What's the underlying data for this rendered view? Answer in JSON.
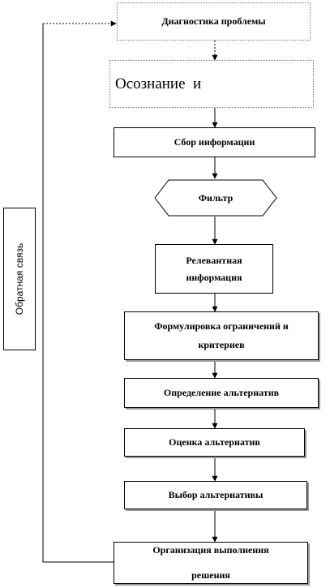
{
  "diagram": {
    "feedback_label": "Обратная связь",
    "nodes": [
      {
        "id": "diagnosis",
        "label": "Диагностика проблемы"
      },
      {
        "id": "awareness",
        "label": "Осознание  и"
      },
      {
        "id": "collect",
        "label": "Сбор информации"
      },
      {
        "id": "filter",
        "label": "Фильтр"
      },
      {
        "id": "relevant",
        "label": "Релевантная информация"
      },
      {
        "id": "constraints",
        "label": "Формулировка ограничений и критериев"
      },
      {
        "id": "define",
        "label": "Определение альтернатив"
      },
      {
        "id": "evaluate",
        "label": "Оценка альтернатив"
      },
      {
        "id": "choose",
        "label": "Выбор альтернативы"
      },
      {
        "id": "implement",
        "label": "Организация выполнения решения"
      }
    ]
  }
}
